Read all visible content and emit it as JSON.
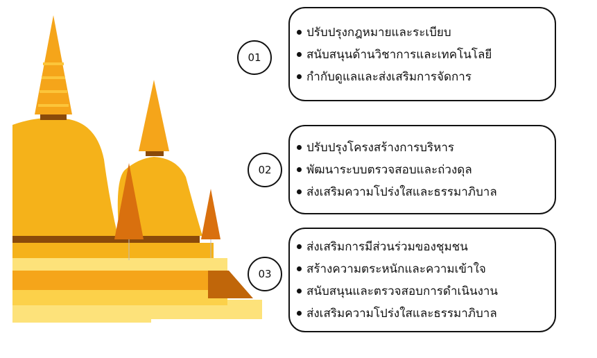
{
  "groups": [
    {
      "number": "01",
      "items": [
        "ปรับปรุงกฎหมายและระเบียบ",
        "สนับสนุนด้านวิชาการและเทคโนโลยี",
        "กำกับดูแลและส่งเสริมการจัดการ"
      ]
    },
    {
      "number": "02",
      "items": [
        "ปรับปรุงโครงสร้างการบริหาร",
        "พัฒนาระบบตรวจสอบและถ่วงดุล",
        "ส่งเสริมความโปร่งใสและธรรมาภิบาล"
      ]
    },
    {
      "number": "03",
      "items": [
        "ส่งเสริมการมีส่วนร่วมของชุมชน",
        "สร้างความตระหนักและความเข้าใจ",
        "สนับสนุนและตรวจสอบการดำเนินงาน",
        "ส่งเสริมความโปร่งใสและธรรมาภิบาล"
      ]
    }
  ],
  "colors": {
    "gold": "#f5b21a",
    "dark_gold": "#e0900c",
    "brown": "#8a4a0a",
    "light_gold": "#fde27a"
  }
}
